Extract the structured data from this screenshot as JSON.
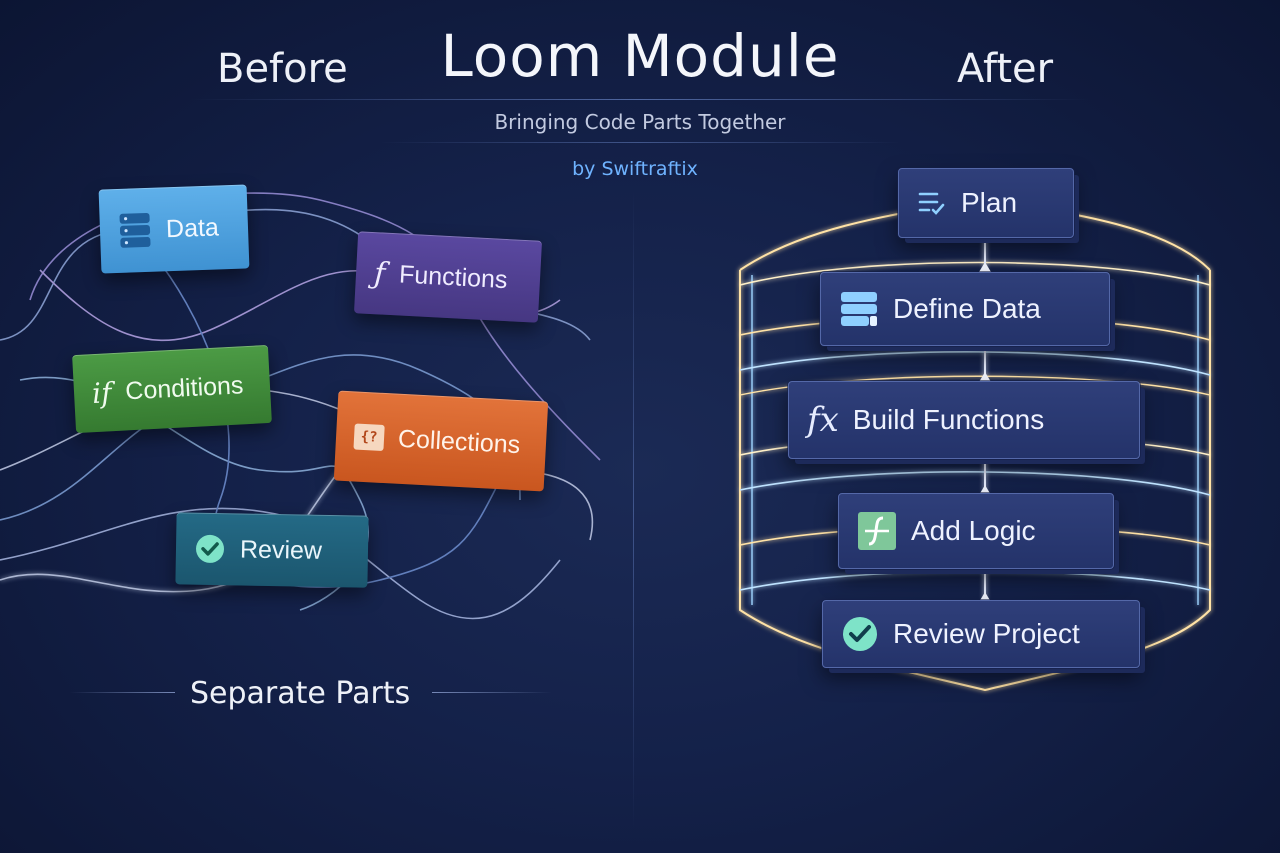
{
  "header": {
    "title": "Loom Module",
    "before_label": "Before",
    "after_label": "After",
    "subtitle": "Bringing Code Parts Together",
    "byline": "by Swiftraftix"
  },
  "before": {
    "footer_label": "Separate Parts",
    "cards": [
      {
        "label": "Data",
        "icon": "database-icon",
        "color": "#4a9fdc"
      },
      {
        "label": "Functions",
        "icon": "function-icon",
        "color": "#4f3e91"
      },
      {
        "label": "Conditions",
        "icon": "if-icon",
        "icon_text": "if",
        "color": "#3f8a3a"
      },
      {
        "label": "Collections",
        "icon": "braces-icon",
        "icon_text": "{?",
        "color": "#d9652a"
      },
      {
        "label": "Review",
        "icon": "checkmark-icon",
        "color": "#1f5f7a"
      }
    ]
  },
  "after": {
    "steps": [
      {
        "label": "Plan",
        "icon": "checklist-icon"
      },
      {
        "label": "Define Data",
        "icon": "database-icon"
      },
      {
        "label": "Build Functions",
        "icon": "function-icon",
        "icon_text": "fx"
      },
      {
        "label": "Add Logic",
        "icon": "logic-icon"
      },
      {
        "label": "Review Project",
        "icon": "checkmark-icon"
      }
    ],
    "wire_color": "#ffd98a",
    "accent_color": "#6fc3ff"
  }
}
